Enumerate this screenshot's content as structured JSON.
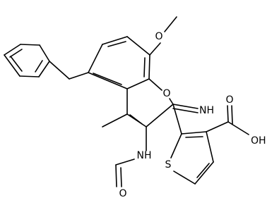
{
  "structure": {
    "atom_labels": {
      "methoxy_oxygen": "O",
      "ring_oxygen": "O",
      "imine": "NH",
      "amide_nh": "NH",
      "formyl_oxygen": "O",
      "thiophene_sulfur": "S",
      "acid_carbonyl_oxygen": "O",
      "acid_hydroxyl": "OH"
    }
  }
}
